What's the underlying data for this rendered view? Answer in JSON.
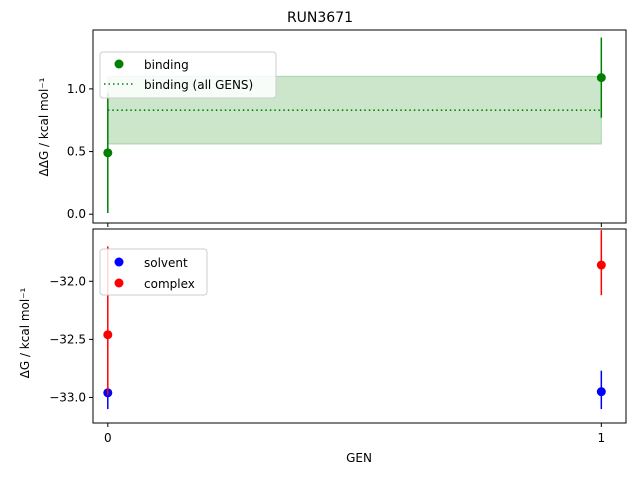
{
  "figure": {
    "title": "RUN3671",
    "xlabel": "GEN"
  },
  "chart_data": [
    {
      "type": "scatter",
      "ylabel": "ΔΔG / kcal mol⁻¹",
      "xlim": [
        -0.03,
        1.05
      ],
      "ylim": [
        -0.07,
        1.47
      ],
      "x_ticks": [
        0,
        1
      ],
      "x_tick_labels_visible": false,
      "y_ticks": [
        0.0,
        0.5,
        1.0
      ],
      "y_tick_labels": [
        "0.0",
        "0.5",
        "1.0"
      ],
      "grid": false,
      "legend_position": "top-left",
      "series": [
        {
          "name": "binding",
          "color": "#008000",
          "x": [
            0,
            1
          ],
          "y": [
            0.49,
            1.09
          ],
          "yerr_low": [
            0.01,
            0.77
          ],
          "yerr_high": [
            0.97,
            1.41
          ]
        }
      ],
      "reference_line": {
        "name": "binding (all GENS)",
        "y": 0.83,
        "band": [
          0.56,
          1.1
        ],
        "color": "#008000",
        "band_color": "#008000",
        "style": "dotted"
      }
    },
    {
      "type": "scatter",
      "ylabel": "ΔG / kcal mol⁻¹",
      "xlim": [
        -0.03,
        1.05
      ],
      "ylim": [
        -33.22,
        -31.55
      ],
      "x_ticks": [
        0,
        1
      ],
      "x_tick_labels": [
        "0",
        "1"
      ],
      "y_ticks": [
        -33.0,
        -32.5,
        -32.0
      ],
      "y_tick_labels": [
        "−33.0",
        "−32.5",
        "−32.0"
      ],
      "grid": false,
      "legend_position": "top-left",
      "series": [
        {
          "name": "solvent",
          "color": "#0000ff",
          "x": [
            0,
            1
          ],
          "y": [
            -32.96,
            -32.95
          ],
          "yerr_low": [
            -33.1,
            -33.1
          ],
          "yerr_high": [
            -32.94,
            -32.77
          ]
        },
        {
          "name": "complex",
          "color": "#ff0000",
          "x": [
            0,
            1
          ],
          "y": [
            -32.46,
            -31.86
          ],
          "yerr_low": [
            -32.98,
            -32.12
          ],
          "yerr_high": [
            -31.7,
            -31.56
          ]
        }
      ]
    }
  ]
}
